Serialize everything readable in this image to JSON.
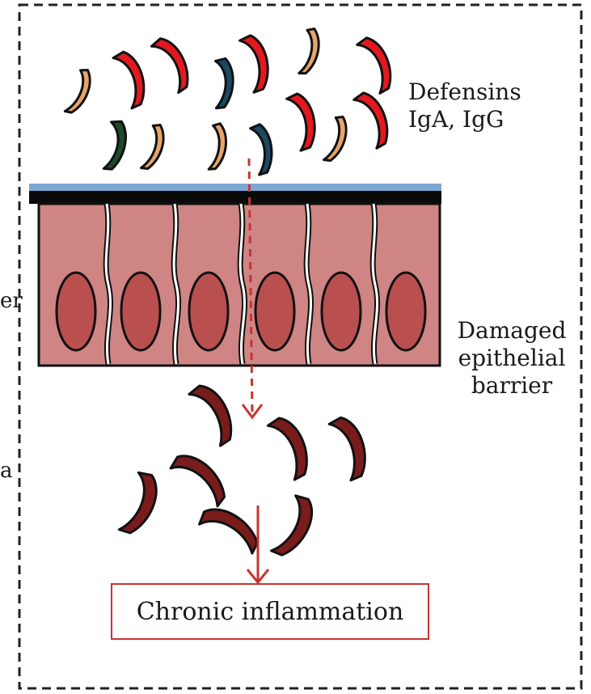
{
  "labels": {
    "defensins": "Defensins",
    "immunoglobulins": "IgA, IgG",
    "damaged_line1": "Damaged",
    "damaged_line2": "epithelial",
    "damaged_line3": "barrier",
    "cut_top": "er",
    "cut_bottom": "a",
    "outcome": "Chronic inflammation"
  },
  "colors": {
    "defensin_red": "#e3191f",
    "antibody_orange": "#e7a56a",
    "antibody_blue": "#1a4a63",
    "antibody_green": "#1f4a2a",
    "bacteria_dark_red": "#7a1c1c",
    "cell_pink": "#cf8584",
    "nucleus": "#b9504f",
    "mucus_blue": "#7ea6d2",
    "arrow_red": "#c8342f"
  }
}
